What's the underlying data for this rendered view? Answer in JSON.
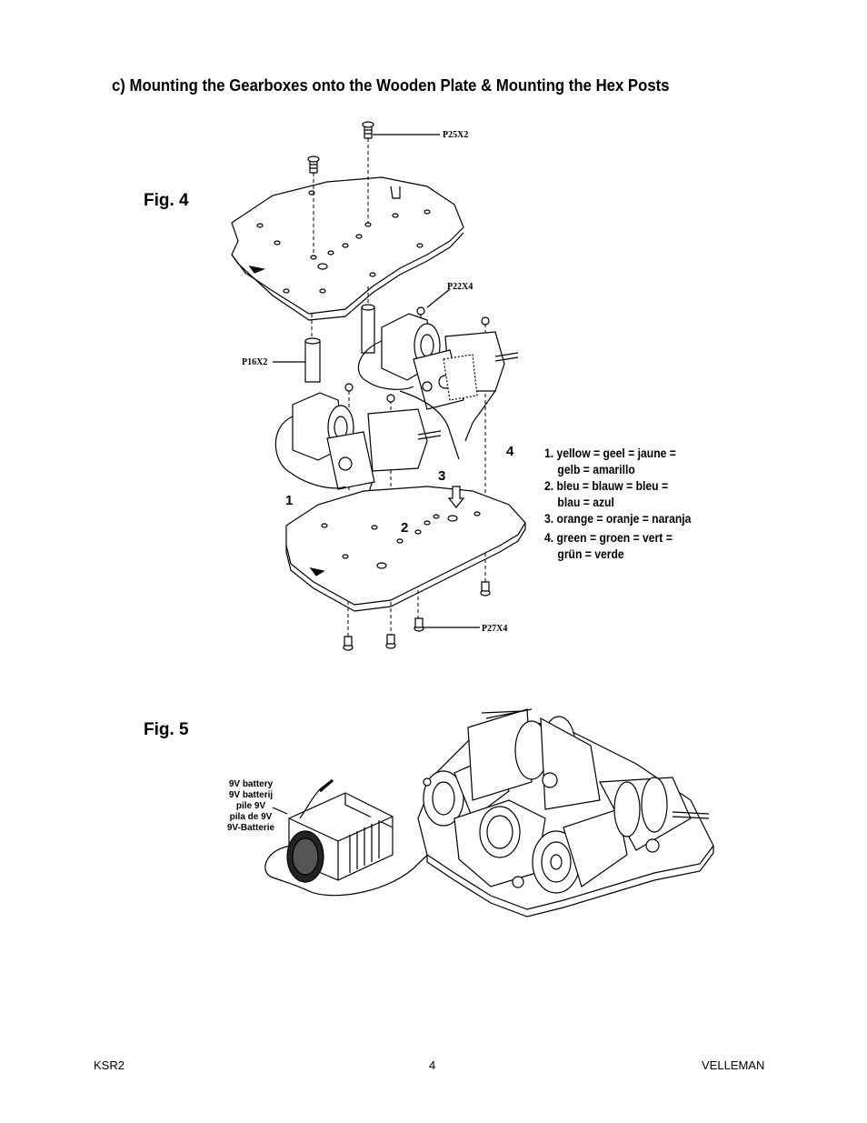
{
  "heading": "c) Mounting the Gearboxes onto the Wooden Plate & Mounting the Hex Posts",
  "fig4": {
    "label": "Fig. 4",
    "parts": {
      "p25": "P25X2",
      "p22": "P22X4",
      "p16": "P16X2",
      "p27": "P27X4"
    },
    "wire_numbers": [
      "1",
      "2",
      "3",
      "4"
    ],
    "legend": [
      {
        "line1": "1. yellow = geel = jaune =",
        "line2": "gelb = amarillo"
      },
      {
        "line1": "2. bleu = blauw = bleu =",
        "line2": "blau = azul"
      },
      {
        "line1": "3. orange = oranje = naranja",
        "line2": ""
      },
      {
        "line1": "4. green = groen = vert =",
        "line2": "grün = verde"
      }
    ]
  },
  "fig5": {
    "label": "Fig. 5",
    "battery_label": [
      "9V battery",
      "9V batterij",
      "pile 9V",
      "pila de 9V",
      "9V-Batterie"
    ]
  },
  "footer": {
    "left": "KSR2",
    "center": "4",
    "right": "VELLEMAN"
  }
}
